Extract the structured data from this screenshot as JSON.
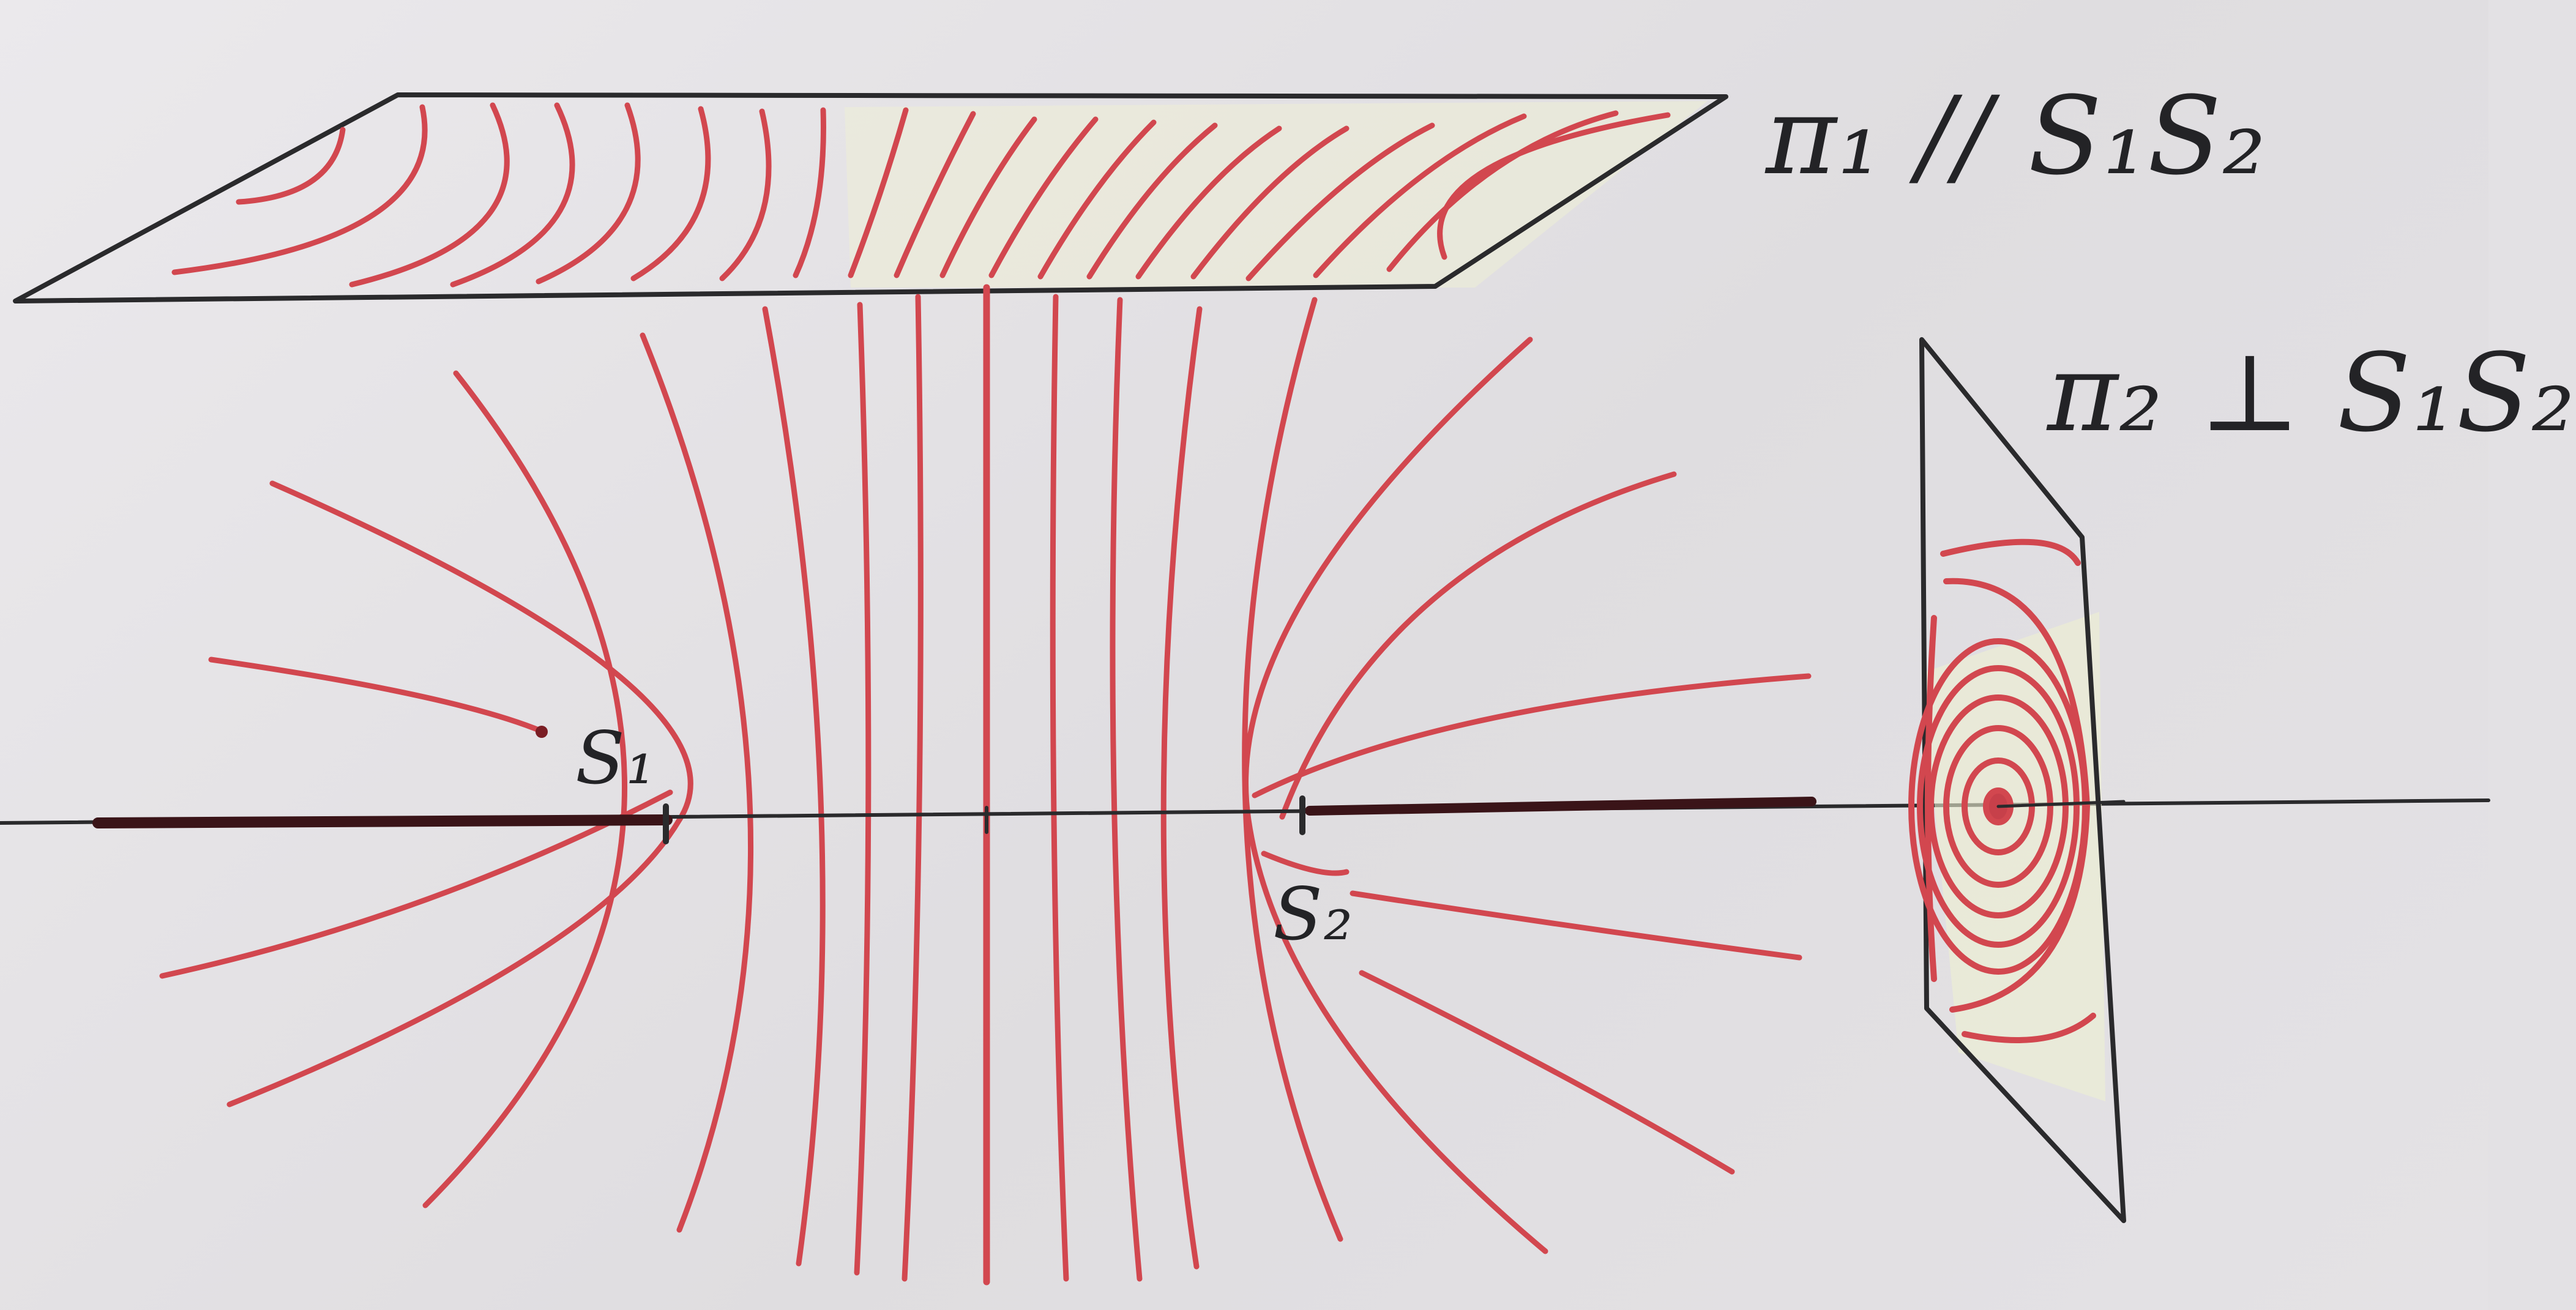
{
  "labels": {
    "plane_parallel": "π₁ // S₁S₂",
    "plane_perpendicular": "π₂ ⊥ S₁S₂",
    "source_1": "S₁",
    "source_2": "S₂"
  },
  "colors": {
    "ink": "#2a2a2c",
    "fringe": "#d2474f",
    "paper": "#e6e4e7",
    "highlight": "#f0f2d6"
  }
}
